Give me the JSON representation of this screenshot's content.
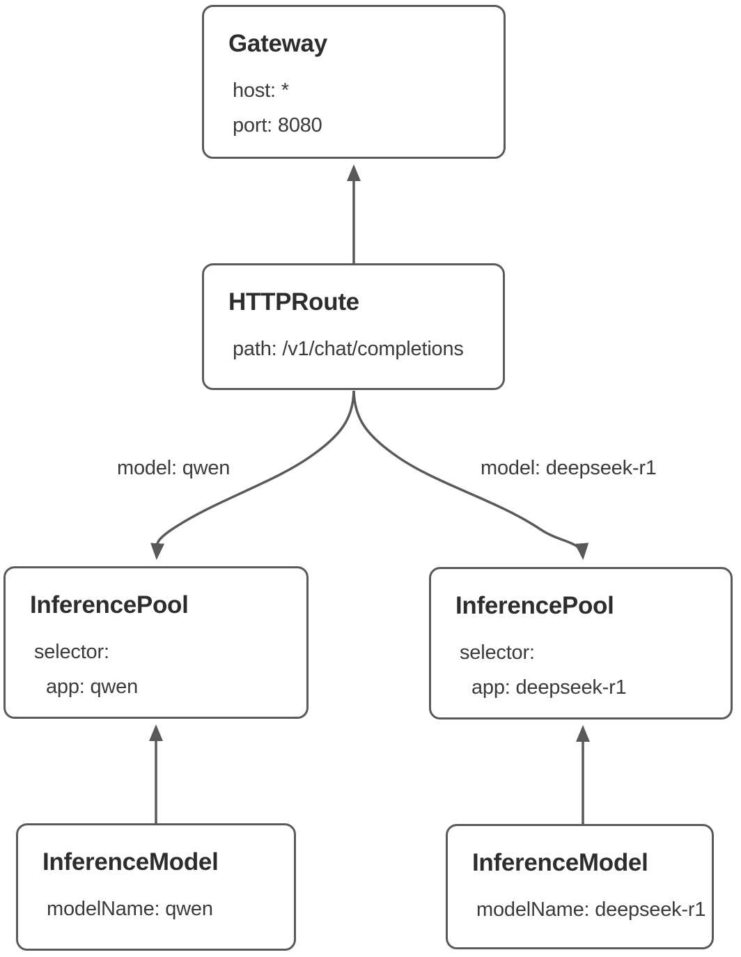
{
  "colors": {
    "background": "#ffffff",
    "node_border": "#595959",
    "edge_stroke": "#595959",
    "title_text": "#2d2d2d",
    "body_text": "#3a3a3a"
  },
  "nodes": [
    {
      "id": "gateway",
      "title": "Gateway",
      "lines": [
        "host: *",
        "port: 8080"
      ]
    },
    {
      "id": "httproute",
      "title": "HTTPRoute",
      "lines": [
        "path: /v1/chat/completions"
      ]
    },
    {
      "id": "pool_qwen",
      "title": "InferencePool",
      "lines": [
        "selector:",
        "app: qwen"
      ]
    },
    {
      "id": "pool_deepseek",
      "title": "InferencePool",
      "lines": [
        "selector:",
        "app: deepseek-r1"
      ]
    },
    {
      "id": "model_qwen",
      "title": "InferenceModel",
      "lines": [
        "modelName: qwen"
      ]
    },
    {
      "id": "model_deepseek",
      "title": "InferenceModel",
      "lines": [
        "modelName: deepseek-r1"
      ]
    }
  ],
  "edges": [
    {
      "from": "HTTPRoute",
      "to": "Gateway",
      "label": ""
    },
    {
      "from": "HTTPRoute",
      "to": "InferencePool (qwen)",
      "label": "model: qwen"
    },
    {
      "from": "HTTPRoute",
      "to": "InferencePool (deepseek)",
      "label": "model: deepseek-r1"
    },
    {
      "from": "InferenceModel (qwen)",
      "to": "InferencePool (qwen)",
      "label": ""
    },
    {
      "from": "InferenceModel (deepseek-r1)",
      "to": "InferencePool (deepseek)",
      "label": ""
    }
  ]
}
